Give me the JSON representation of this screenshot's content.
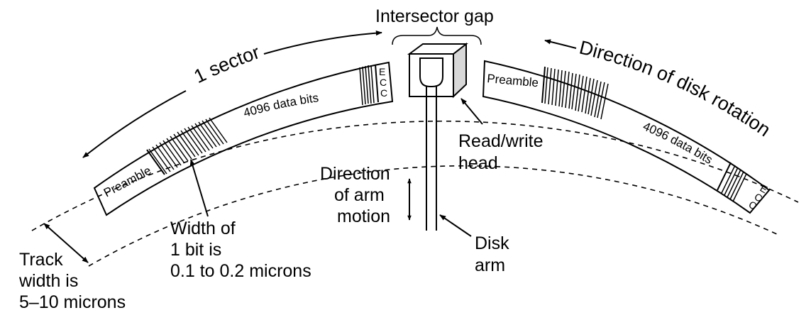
{
  "labels": {
    "intersector_gap": "Intersector gap",
    "one_sector": "1 sector",
    "direction_rotation": "Direction of disk rotation",
    "preamble_left": "Preamble",
    "preamble_right": "Preamble",
    "data_bits_left": "4096 data bits",
    "data_bits_right": "4096 data bits",
    "ecc_left": [
      "E",
      "C",
      "C"
    ],
    "ecc_right": [
      "E",
      "C",
      "C"
    ],
    "read_write_head": [
      "Read/write",
      "head"
    ],
    "direction_arm": [
      "Direction",
      "of arm",
      "motion"
    ],
    "disk_arm": [
      "Disk",
      "arm"
    ],
    "width_bit": [
      "Width of",
      "1 bit is",
      "0.1 to 0.2 microns"
    ],
    "track_width": [
      "Track",
      "width is",
      "5–10 microns"
    ]
  }
}
